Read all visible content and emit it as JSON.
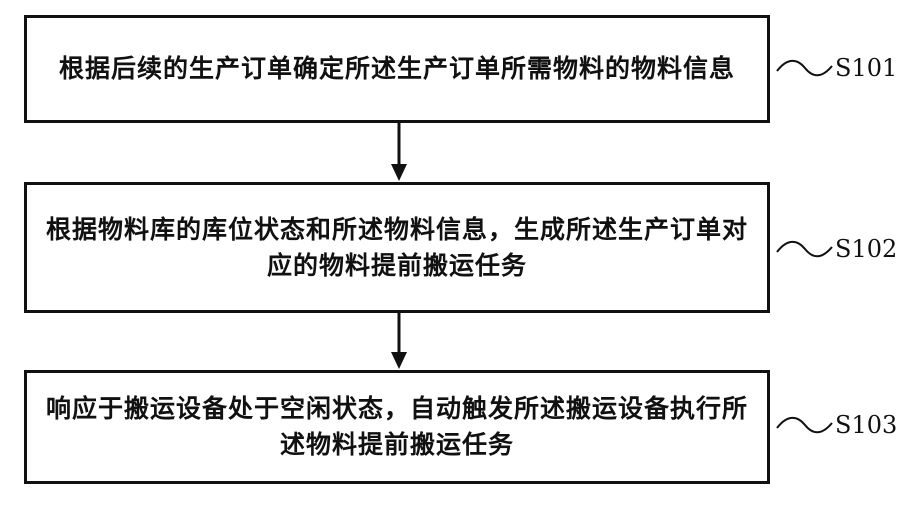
{
  "steps": [
    {
      "id": "S101",
      "text": "根据后续的生产订单确定所述生产订单所需物料的物料信息"
    },
    {
      "id": "S102",
      "text": "根据物料库的库位状态和所述物料信息，生成所述生产订单对应的物料提前搬运任务"
    },
    {
      "id": "S103",
      "text": "响应于搬运设备处于空闲状态，自动触发所述搬运设备执行所述物料提前搬运任务"
    }
  ]
}
